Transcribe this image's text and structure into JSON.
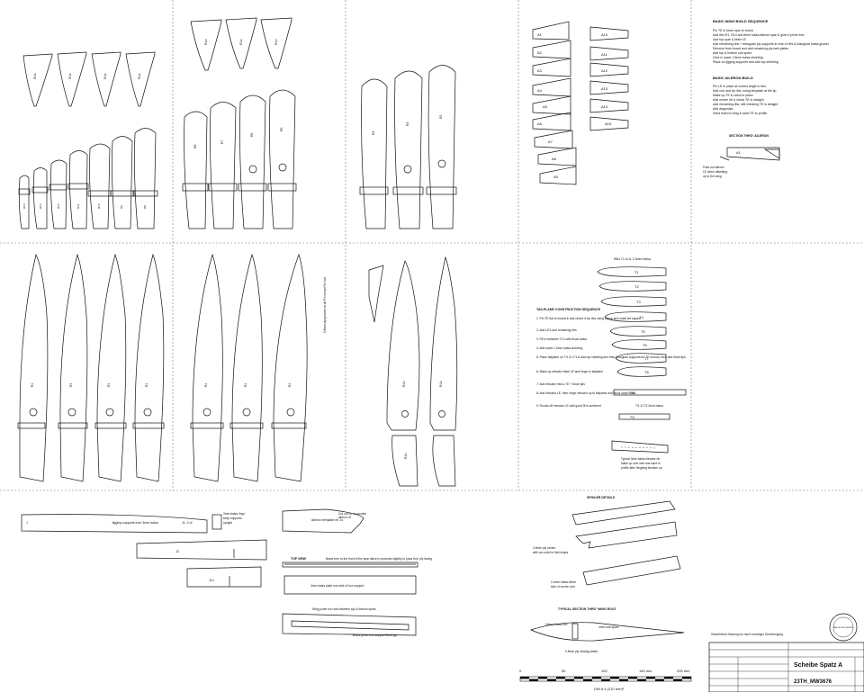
{
  "wing_build": {
    "title": "BASIC WING BUILD SEQUENCE",
    "steps": [
      "Pin TE & lower spar to board",
      "Add ribs R1, R14 and 6mm balsa aileron spar & glue in joiner box",
      "Add top spar & false LE",
      "Add remaining ribs + triangular ply supports to rear of ribs & triangular balsa gusset",
      "Remove from board and add remaining ply web plates",
      "Add top & bottom sub spars",
      "Glue in lower 1.5mm balsa sheeting",
      "Place on jigging supports and add top sheeting"
    ]
  },
  "aileron_build": {
    "title": "BASIC AILERON BUILD",
    "steps": [
      "Pin LE in place at correct angle to ribs",
      "Add root and tip ribs, using template at the tip",
      "Make up TE & camo in place",
      "Add centre rib & check TE is straight",
      "Add remaining ribs, still checking TE is straight",
      "Add diagonals",
      "Sand flush to wing & sand TE to profile"
    ]
  },
  "aileron_section": {
    "title": "SECTION THRO' AILERON",
    "rib": "A1",
    "note": [
      "Pack out aileron",
      "LE when offsetting",
      "up to the wing"
    ]
  },
  "tailplane": {
    "title": "TAILPLANE CONSTRUCTION SEQUENCE",
    "steps": [
      "1: Pin TE flat on board & add centre & tip ribs using canoe and small set square",
      "2: Add LE's and remaining ribs",
      "3: Fill in between T1's with block balsa",
      "4: Add lower 1.2mm balsa sheeting",
      "5: Place tailplane on T/1 & LT's & add top sheeting and then triangular supports for TE shroud, then add block tips",
      "6: Make up elevator false LE and hinge to tailplane",
      "7: Add elevator ribs & TE + block tips",
      "8: Add elevator LE, then hinge elevator up to tailplane and block sand flush",
      "9: Round-off elevator LE until good fit is achieved"
    ],
    "ribs_title": "Ribs T1 to 8, 1.5mm balsa",
    "ribs": [
      "T1",
      "T2",
      "T3",
      "T4",
      "T5",
      "T6",
      "T7",
      "T8"
    ],
    "t1a": "T1A",
    "t1_t2_note": "T/1 & T/2 3mm balsa",
    "t2": "T/2",
    "elevator_note": [
      "Typical 3mm balsa elevator rib.",
      "Make up over-size and sand to",
      "profile after hingeing elevator up"
    ]
  },
  "aileron_ribs": [
    "A1",
    "A2",
    "A3",
    "A4",
    "A5",
    "A6",
    "A7",
    "A8",
    "A9"
  ],
  "aileron_ribs_b": [
    "A10",
    "A11",
    "A12",
    "A13",
    "A14",
    "A15"
  ],
  "wing_ribs_small": [
    "R14",
    "R13",
    "R12",
    "R11",
    "R10",
    "R9",
    "R8"
  ],
  "wing_ribs_top": [
    "R1a",
    "R1a",
    "R1a",
    "R1a"
  ],
  "wing_ribs_top2": [
    "R1a",
    "R1a",
    "R1a"
  ],
  "wing_ribs_mid": [
    "R8",
    "R7",
    "R6",
    "R5"
  ],
  "wing_ribs_large": [
    "R4",
    "R3",
    "R2"
  ],
  "wing_ribs_long": [
    "R1",
    "R1",
    "R1",
    "R1"
  ],
  "wing_ribs_long2": [
    "R1",
    "R1",
    "R1"
  ],
  "spar_labels": [
    "R1a",
    "R1a",
    "R1b"
  ],
  "spar_note": "0.8mm ply gussets on all R's except R4 root",
  "jig_supports": [
    "Jigging supports from 3mm balsa",
    "J1: 2 of"
  ],
  "jig_note": [
    "3mm balsa 'legs'",
    "keep supports",
    "upright"
  ],
  "jig_labels": [
    "J",
    "J2",
    "J14"
  ],
  "aileron_template": {
    "label": "Aileron template rib 14",
    "note": [
      "Cut-out for un-sanded",
      "aileron LE"
    ]
  },
  "top_view": "TOP VIEW",
  "brass_note": "Brass tree to the front of the spar allow to protrude slightly to pass thro' ply facing",
  "box_plate_note": "4mm balsa plate one side of box support",
  "joiner_box_note": "Wing joiner box sits between top & bottom spars",
  "brass_joiner_note": "Brass joiner box support 3mm ply",
  "spoiler": {
    "title": "SPOILER DETAILS",
    "note1": [
      "0.8mm ply centre",
      "with cut-outs for flat hinges"
    ],
    "note2": [
      "2.4mm balsa either",
      "side of centre core"
    ]
  },
  "wing_root": {
    "title": "TYPICAL SECTION THRO' WING ROOT",
    "brass": "16mm brass box",
    "spar": "4mm sub spars",
    "ply": "0.8mm ply closing plates"
  },
  "scale": {
    "labels": [
      "0",
      "50",
      "100",
      "150 mm",
      "200 mm"
    ],
    "caption": "DIN A 4 (210 mm)²"
  },
  "title_block": {
    "notice": "Gewerbliche Nutzung nur nach vorheriger Genehmigung",
    "model": "Scheibe Spatz A",
    "drawing_no": "23TH_MW3676",
    "stamp": "MAX MODELLWERKE"
  }
}
